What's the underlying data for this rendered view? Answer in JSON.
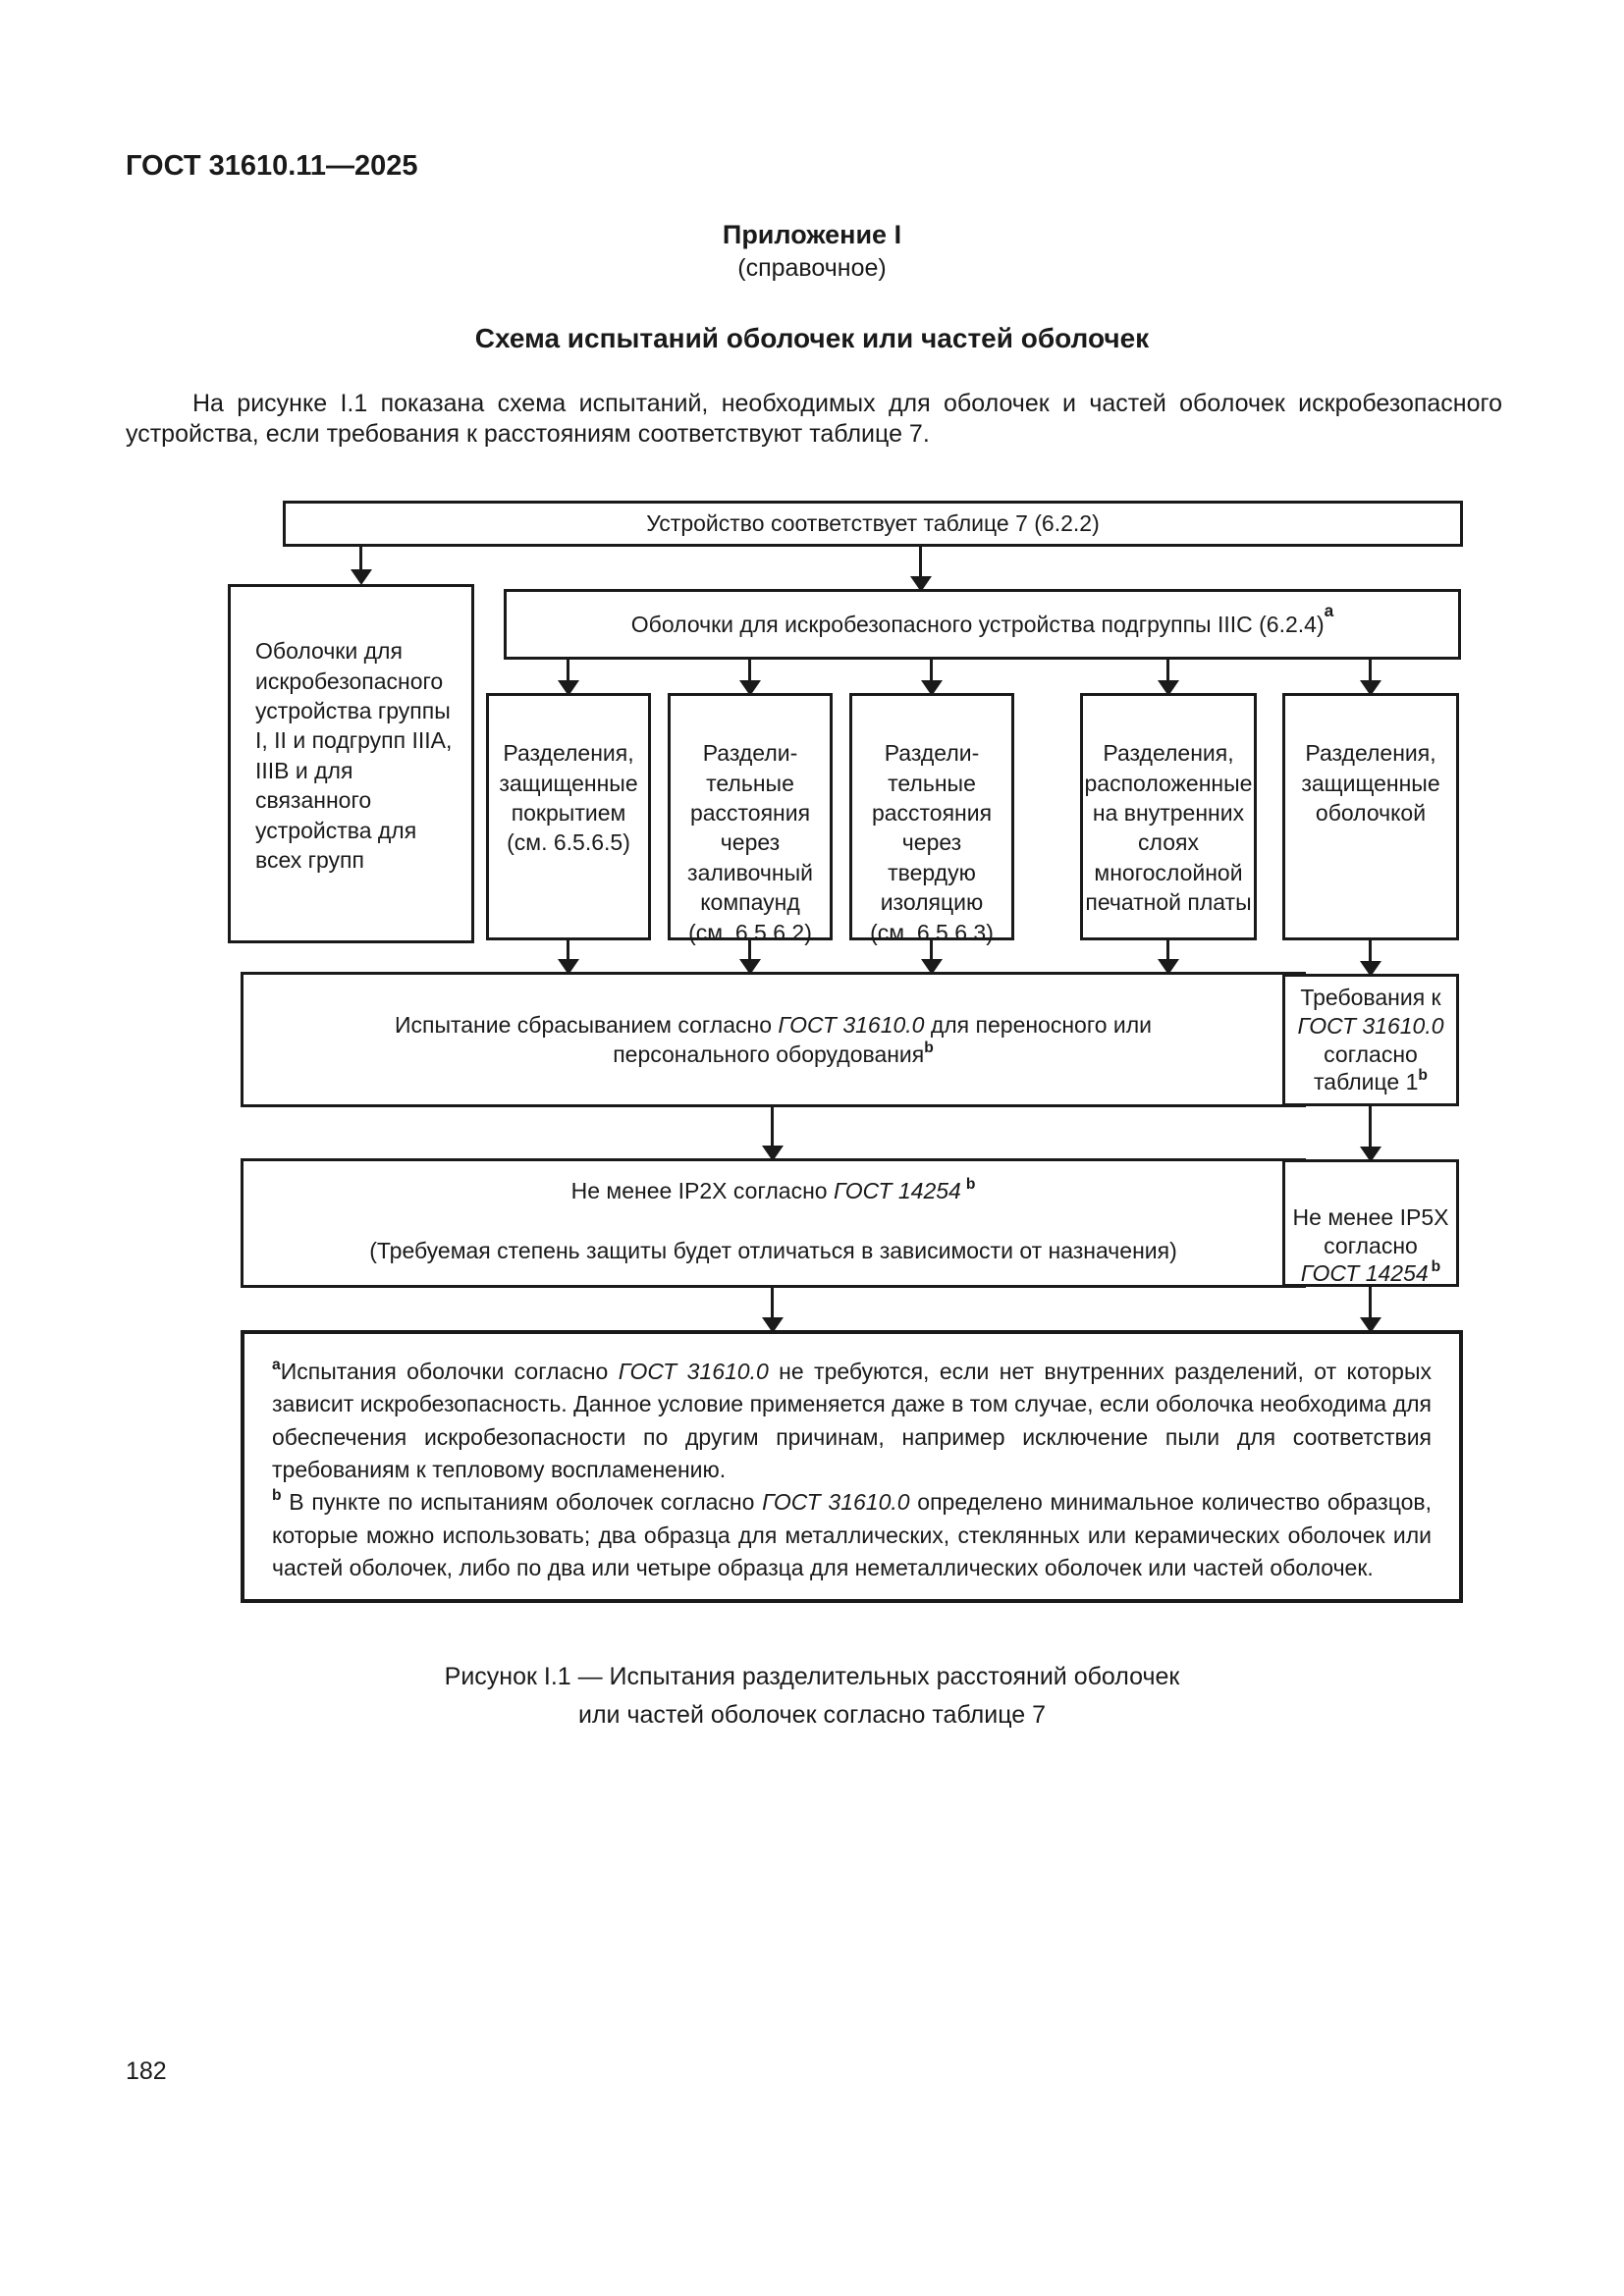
{
  "doc": {
    "header": "ГОСТ 31610.11—2025",
    "appendix_label": "Приложение I",
    "appendix_kind": "(справочное)",
    "title": "Схема испытаний оболочек или частей оболочек",
    "intro": "На рисунке I.1 показана схема испытаний, необходимых для оболочек и частей оболочек искробезопасного устройства, если требования к расстояниям соответствуют таблице 7.",
    "caption_line1": "Рисунок I.1 — Испытания разделительных расстояний оболочек",
    "caption_line2": "или частей оболочек согласно таблице 7",
    "page_number": "182"
  },
  "diagram": {
    "root": "Устройство соответствует таблице 7 (6.2.2)",
    "left_box": "Оболочки для\nискробезопасного\nустройства группы\nI, II и подгрупп IIIA,\nIIIB и для\nсвязанного\nустройства для\nвсех групп",
    "iiic": {
      "text": "Оболочки для искробезопасного устройства подгруппы IIIC (6.2.4)",
      "sup": "a"
    },
    "children": [
      "Разделения,\nзащищенные\nпокрытием\n(см. 6.5.6.5)",
      "Раздели-\nтельные\nрасстояния\nчерез\nзаливочный\nкомпаунд\n(см. 6.5.6.2)",
      "Раздели-\nтельные\nрасстояния\nчерез\nтвердую\nизоляцию\n(см. 6.5.6.3)",
      "Разделения,\nрасположенные\nна внутренних\nслоях\nмногослойной\nпечатной платы",
      "Разделения,\nзащищенные\nоболочкой"
    ],
    "drop_test": {
      "t1": "Испытание сбрасыванием согласно ",
      "gost": "ГОСТ 31610.0",
      "t2": " для переносного или персонального оборудования",
      "sup": "b"
    },
    "req_table1": {
      "t1": "Требования к\n",
      "gost": "ГОСТ 31610.0",
      "t2": "\nсогласно\nтаблице 1",
      "sup": "b"
    },
    "ip2x": {
      "t1": "Не менее IP2X согласно ",
      "gost": "ГОСТ 14254",
      "sup": "b",
      "note": "(Требуемая степень защиты будет отличаться в зависимости от назначения)"
    },
    "ip5x": {
      "t1": "Не менее IP5X\nсогласно\n",
      "gost": "ГОСТ 14254",
      "sup": "b"
    },
    "footnote_a": {
      "sup": "a",
      "t1": "Испытания оболочки согласно ",
      "gost": "ГОСТ 31610.0",
      "t2": " не требуются, если нет внутренних разделений, от которых зависит искробезопасность. Данное условие применяется даже в том случае, если оболочка необходима для обеспечения искробезопасности по другим причинам, например исключение пыли для соответствия требованиям к тепловому воспламенению."
    },
    "footnote_b": {
      "sup": "b",
      "t1": " В пункте по испытаниям оболочек согласно ",
      "gost": "ГОСТ 31610.0",
      "t2": " определено минимальное количество образцов, которые можно использовать; два образца для металлических, стеклянных или керамических оболочек или частей оболочек, либо по два или четыре образца для неметаллических оболочек или частей оболочек."
    }
  }
}
